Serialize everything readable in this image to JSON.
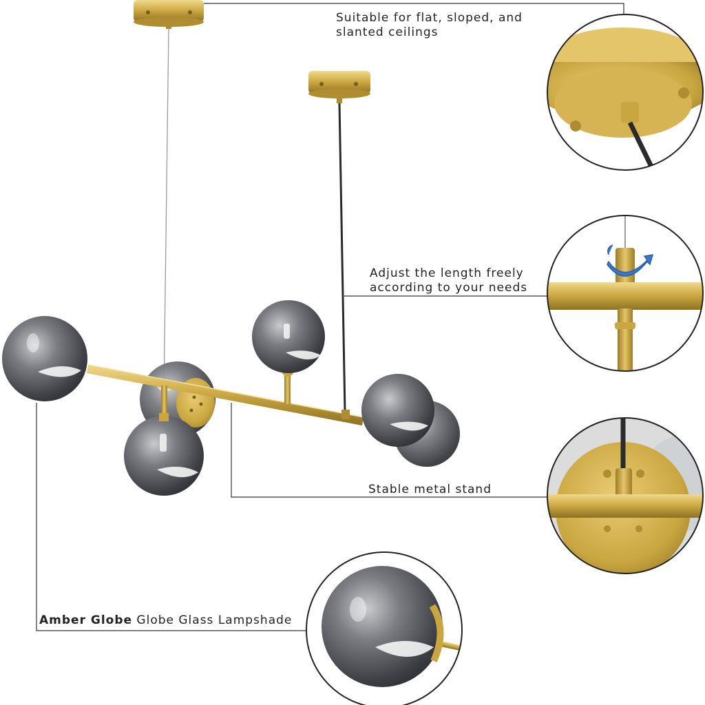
{
  "callouts": {
    "ceiling": {
      "line1": "Suitable for flat, sloped, and",
      "line2": "slanted ceilings"
    },
    "length": {
      "line1": "Adjust the length freely",
      "line2": "according to your needs"
    },
    "stand": {
      "text": "Stable metal stand"
    },
    "lampshade": {
      "bold": "Amber Globe",
      "rest": " Globe Glass Lampshade"
    }
  },
  "colors": {
    "brass": "#c9a640",
    "brass_dark": "#8e7222",
    "smoke_glass": "#5a5c62",
    "rotate_arrow": "#3a78c9",
    "line": "#333333"
  },
  "icons": [
    "rotate-arrow-icon"
  ]
}
